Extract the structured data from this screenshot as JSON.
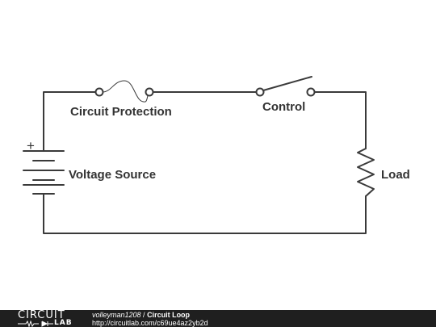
{
  "diagram": {
    "labels": {
      "protection": "Circuit Protection",
      "control": "Control",
      "source": "Voltage Source",
      "load": "Load",
      "polarity": "+"
    },
    "colors": {
      "wire": "#3a3a3a",
      "label": "#333333"
    }
  },
  "footer": {
    "logo_top": "CIRCUIT",
    "logo_bottom": "LAB",
    "username": "volleyman1208",
    "separator": " / ",
    "title": "Circuit Loop",
    "url": "http://circuitlab.com/c69ue4az2yb2d",
    "background": "#1f1f1f"
  }
}
